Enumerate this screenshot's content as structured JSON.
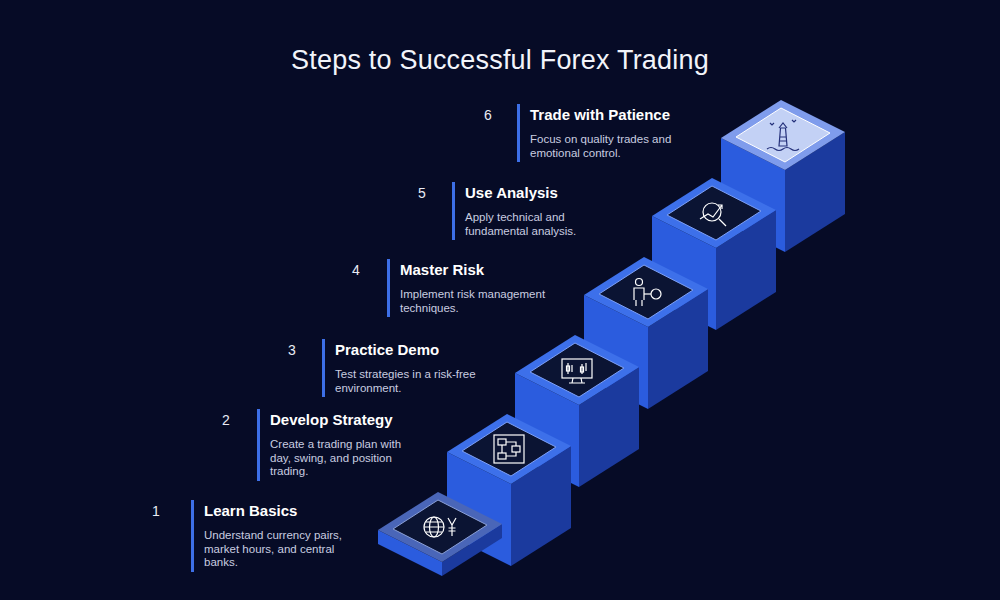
{
  "diagram": {
    "title": "Steps to Successful Forex Trading",
    "nodes": [
      {
        "text": [
          "1",
          "Learn Basics",
          "Understand currency pairs, market hours, and central banks."
        ]
      },
      {
        "text": [
          "2",
          "Develop Strategy",
          "Create a trading plan with day, swing, and position trading."
        ]
      },
      {
        "text": [
          "3",
          "Practice Demo",
          "Test strategies in a risk-free environment."
        ]
      },
      {
        "text": [
          "4",
          "Master Risk",
          "Implement risk management techniques."
        ]
      },
      {
        "text": [
          "5",
          "Use Analysis",
          "Apply technical and fundamental analysis."
        ]
      },
      {
        "text": [
          "6",
          "Trade with Patience",
          "Focus on quality trades and emotional control."
        ]
      }
    ]
  }
}
